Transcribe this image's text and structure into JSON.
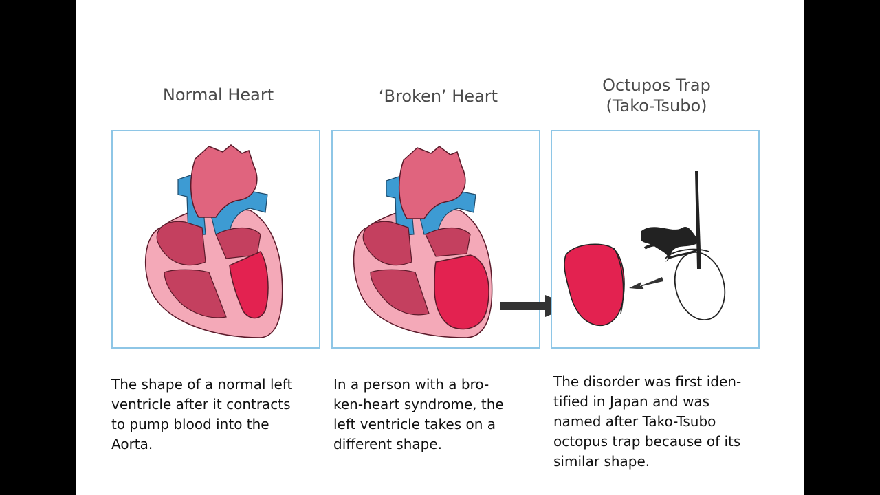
{
  "panels": [
    {
      "title": "Normal Heart",
      "caption": "The shape of a normal left\nventricle after it contracts\nto pump blood into the\nAorta."
    },
    {
      "title": "‘Broken’ Heart",
      "caption": "In a person with a bro-\nken-heart syndrome, the\nleft ventricle takes on a\ndifferent shape."
    },
    {
      "title": "Octupos Trap\n(Tako-Tsubo)",
      "caption": "The disorder was first iden-\ntified in Japan and was\nnamed after Tako-Tsubo\noctopus trap because of its\nsimilar shape."
    }
  ],
  "colors": {
    "border": "#8ec6e6",
    "aorta": "#e0647e",
    "vessel_blue": "#3d9bd3",
    "heart_outer": "#f4a9b8",
    "chamber": "#c4405f",
    "left_ventricle": "#e32250",
    "arrow": "#333333"
  },
  "icons": [
    "normal-heart-illustration",
    "broken-heart-illustration",
    "octopus-trap-illustration",
    "right-arrow-icon"
  ]
}
